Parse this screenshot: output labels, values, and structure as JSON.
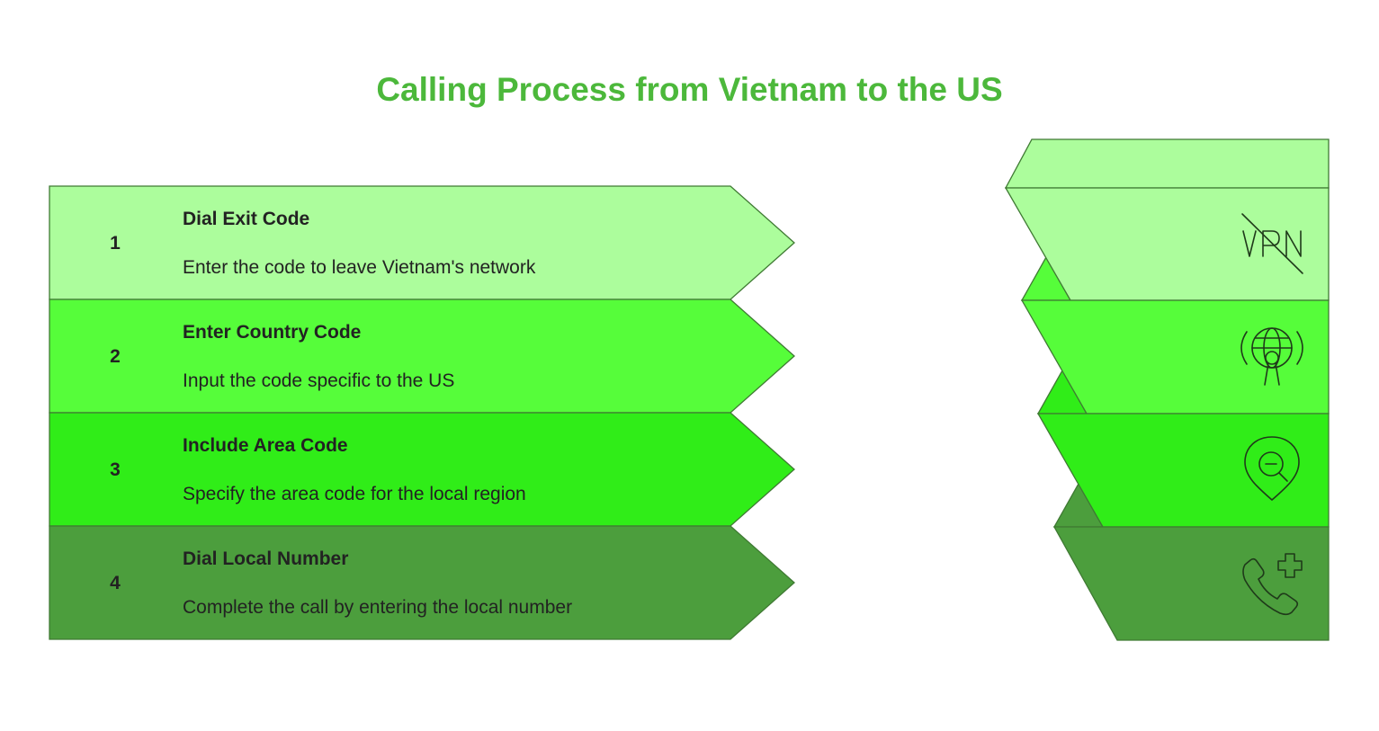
{
  "title": "Calling Process from Vietnam to the US",
  "colors": {
    "title": "#4cb83b",
    "stroke": "#3f7a33",
    "text": "#222222",
    "icon_stroke": "#1f3a1a"
  },
  "steps": [
    {
      "number": "1",
      "title": "Dial Exit Code",
      "description": "Enter the code to leave Vietnam's network",
      "color": "#acfd9c",
      "icon": "vpn-off-icon"
    },
    {
      "number": "2",
      "title": "Enter Country Code",
      "description": "Input the code specific to the US",
      "color": "#56fd3a",
      "icon": "satellite-globe-icon"
    },
    {
      "number": "3",
      "title": "Include Area Code",
      "description": "Specify the area code for the local region",
      "color": "#30ed18",
      "icon": "location-search-icon"
    },
    {
      "number": "4",
      "title": "Dial Local Number",
      "description": "Complete the call by entering the local number",
      "color": "#4c9e3d",
      "icon": "phone-plus-icon"
    }
  ]
}
